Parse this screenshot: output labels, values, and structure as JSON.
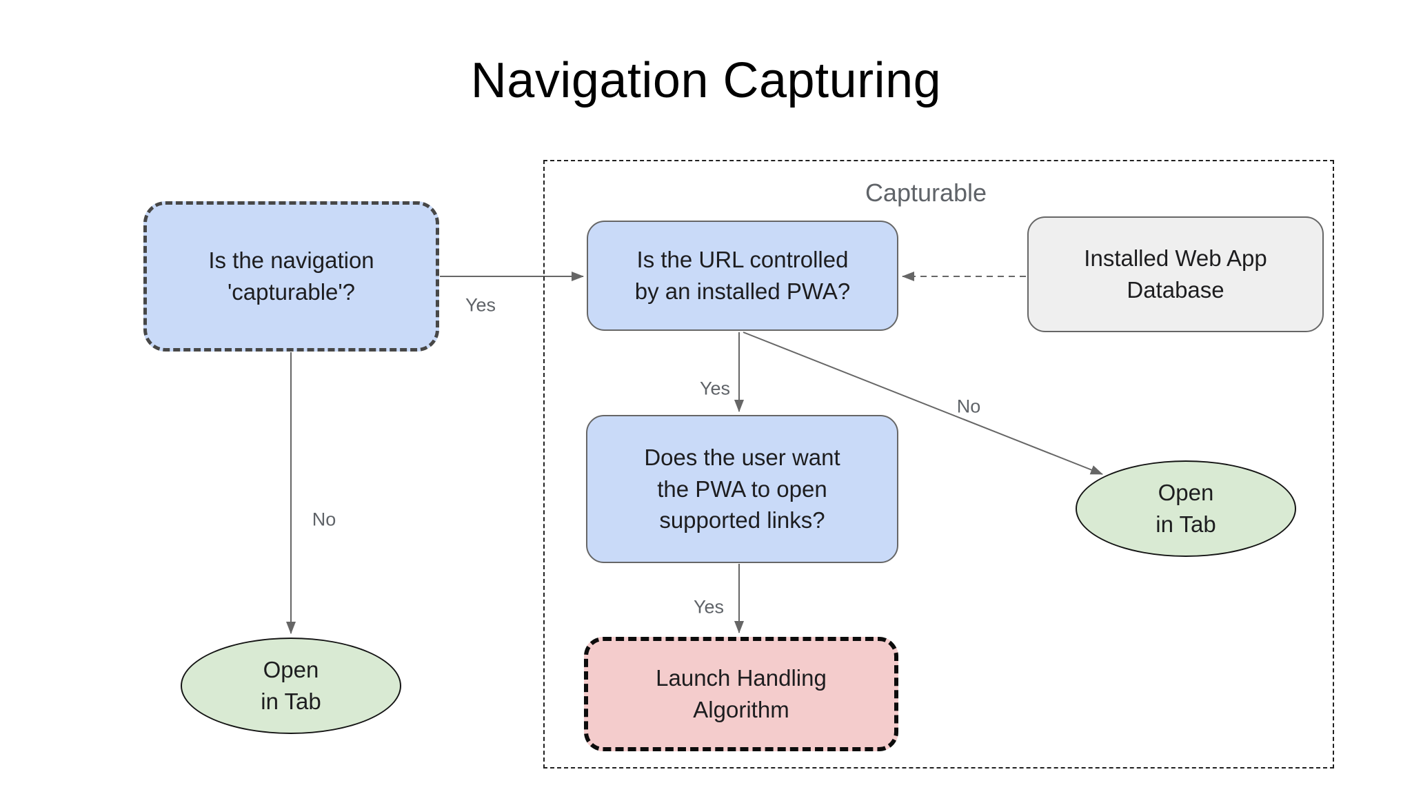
{
  "title": "Navigation Capturing",
  "group": {
    "label": "Capturable"
  },
  "nodes": {
    "is_navigation_capturable": {
      "text": "Is the navigation\n'capturable'?"
    },
    "is_url_controlled": {
      "text": "Is the URL controlled\nby an installed PWA?"
    },
    "installed_web_app_database": {
      "text": "Installed Web App\nDatabase"
    },
    "does_user_want_links": {
      "text": "Does the user want\nthe PWA to open\nsupported links?"
    },
    "launch_handling_algorithm": {
      "text": "Launch Handling\nAlgorithm"
    },
    "open_in_tab_left": {
      "text": "Open\nin Tab"
    },
    "open_in_tab_right": {
      "text": "Open\nin Tab"
    }
  },
  "edge_labels": {
    "capturable_yes": "Yes",
    "capturable_no": "No",
    "url_yes": "Yes",
    "url_no": "No",
    "user_yes": "Yes"
  },
  "colors": {
    "decision_fill": "#c9daf8",
    "terminal_fill": "#d9ead3",
    "launch_fill": "#f4cccc",
    "database_fill": "#efefef",
    "arrow": "#666666",
    "edge_label_text": "#5f6368",
    "node_text": "#1d1d1f",
    "title_text": "#000000"
  }
}
